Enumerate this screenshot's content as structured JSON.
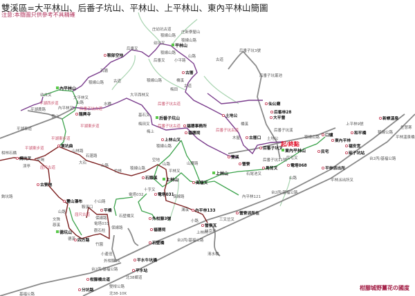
{
  "title": "雙溪區=大平林山、后番子坑山、平林山、上平林山、東內平林山簡圖",
  "note": "注意:本簡圖只供參考不具精確",
  "credit": "柑腳城野薑花の國度",
  "colors": {
    "road": "#8a8a8a",
    "stream": "#a8d4b0",
    "trail_purple": "#7a3c8c",
    "trail_green": "#3aa24a",
    "trail_red": "#7a1c1c",
    "marker_peak": "#5ac84a",
    "marker_poi": "#c0304a"
  },
  "labels": [
    {
      "t": "庄幼坑古道",
      "k": "place"
    },
    {
      "t": "庄新寮屋山",
      "k": "place"
    },
    {
      "t": "稜線山路",
      "k": "place"
    },
    {
      "t": "稜線山路",
      "k": "place"
    },
    {
      "t": "幼坑叉",
      "k": "place"
    },
    {
      "t": "平林山",
      "k": "peak"
    },
    {
      "t": "后番叉",
      "k": "place"
    },
    {
      "t": "稜線山路",
      "k": "place"
    },
    {
      "t": "小平路",
      "k": "place"
    },
    {
      "t": "山路",
      "k": "place"
    },
    {
      "t": "鞍部空地",
      "k": "poi"
    },
    {
      "t": "后番叉",
      "k": "place"
    },
    {
      "t": "石牆",
      "k": "place"
    },
    {
      "t": "古道",
      "k": "place"
    },
    {
      "t": "稜線山路",
      "k": "place"
    },
    {
      "t": "稜線山路",
      "k": "place"
    },
    {
      "t": "古厝",
      "k": "poi"
    },
    {
      "t": "橋溪",
      "k": "place"
    },
    {
      "t": "古道",
      "k": "place"
    },
    {
      "t": "梅田",
      "k": "place"
    },
    {
      "t": "內平林山",
      "k": "peak"
    },
    {
      "t": "幼古叉",
      "k": "place"
    },
    {
      "t": "大平西林叉",
      "k": "place"
    },
    {
      "t": "后番子坑3號",
      "k": "place"
    },
    {
      "t": "古道",
      "k": "place"
    },
    {
      "t": "后番子坑叢池",
      "k": "place"
    },
    {
      "t": "大平林叉",
      "k": "place"
    },
    {
      "t": "山路",
      "k": "place"
    },
    {
      "t": "內平林叉",
      "k": "place"
    },
    {
      "t": "后番子坑古道",
      "k": "trail"
    },
    {
      "t": "水橋",
      "k": "place"
    },
    {
      "t": "平湖西步道",
      "k": "trail"
    },
    {
      "t": "平湖農路",
      "k": "place"
    },
    {
      "t": "雪山",
      "k": "place"
    },
    {
      "t": "龍興寺",
      "k": "poi"
    },
    {
      "t": "平湖東步道",
      "k": "trail"
    },
    {
      "t": "平湖車道",
      "k": "place"
    },
    {
      "t": "平湖東步道",
      "k": "trail"
    },
    {
      "t": "平湖東步道",
      "k": "trail"
    },
    {
      "t": "東坑曲",
      "k": "poi"
    },
    {
      "t": "柑林石橋",
      "k": "place"
    },
    {
      "t": "燒坑叉",
      "k": "poi"
    },
    {
      "t": "文喝",
      "k": "place"
    },
    {
      "t": "渓亭",
      "k": "place"
    },
    {
      "t": "屈尺古道",
      "k": "trail"
    },
    {
      "t": "山林路",
      "k": "place"
    },
    {
      "t": "石蓮路",
      "k": "place"
    },
    {
      "t": "大石",
      "k": "place"
    },
    {
      "t": "山路",
      "k": "place"
    },
    {
      "t": "竹林",
      "k": "place"
    },
    {
      "t": "稜線山路",
      "k": "place"
    },
    {
      "t": "空地",
      "k": "place"
    },
    {
      "t": "山路",
      "k": "place"
    },
    {
      "t": "古寮地",
      "k": "poi"
    },
    {
      "t": "后番子坑古道",
      "k": "trail"
    },
    {
      "t": "后番子坑山",
      "k": "peak"
    },
    {
      "t": "基石叉",
      "k": "place"
    },
    {
      "t": "梅田叉",
      "k": "place"
    },
    {
      "t": "后番子坑古道",
      "k": "trail"
    },
    {
      "t": "福德事務所",
      "k": "poi"
    },
    {
      "t": "梅上",
      "k": "place"
    },
    {
      "t": "福德祠",
      "k": "poi"
    },
    {
      "t": "上林山叉",
      "k": "poi"
    },
    {
      "t": "稜線山路",
      "k": "place"
    },
    {
      "t": "山腰路",
      "k": "place"
    },
    {
      "t": "平林叉",
      "k": "place"
    },
    {
      "t": "石頭溪",
      "k": "poi"
    },
    {
      "t": "上林山",
      "k": "peak"
    },
    {
      "t": "電塔031",
      "k": "poi"
    },
    {
      "t": "高福叉",
      "k": "poi"
    },
    {
      "t": "十字叉",
      "k": "place"
    },
    {
      "t": "土地公",
      "k": "poi"
    },
    {
      "t": "仙公廟",
      "k": "poi"
    },
    {
      "t": "后番林28",
      "k": "poi"
    },
    {
      "t": "大平營",
      "k": "poi"
    },
    {
      "t": "后番子坑溪",
      "k": "place"
    },
    {
      "t": "后番子坑古道",
      "k": "trail"
    },
    {
      "t": "橋溪",
      "k": "place"
    },
    {
      "t": "木屋",
      "k": "place"
    },
    {
      "t": "古厝口",
      "k": "poi"
    },
    {
      "t": "后番子坑叉",
      "k": "poi"
    },
    {
      "t": "土地公",
      "k": "place"
    },
    {
      "t": "起/終點",
      "k": "end"
    },
    {
      "t": "東內平林山",
      "k": "peak"
    },
    {
      "t": "民宅叉",
      "k": "place"
    },
    {
      "t": "雙溪",
      "k": "poi"
    },
    {
      "t": "營寮",
      "k": "poi"
    },
    {
      "t": "后番子坑11號",
      "k": "place"
    },
    {
      "t": "稜線山路",
      "k": "place"
    },
    {
      "t": "馬背叉",
      "k": "poi"
    },
    {
      "t": "電塔068",
      "k": "poi"
    },
    {
      "t": "上林山",
      "k": "peak"
    },
    {
      "t": "石尾池叉",
      "k": "place"
    },
    {
      "t": "平林派出所",
      "k": "poi"
    },
    {
      "t": "平林派出所叉",
      "k": "place"
    },
    {
      "t": "口爐",
      "k": "poi"
    },
    {
      "t": "東內平林",
      "k": "poi"
    },
    {
      "t": "福安宮",
      "k": "poi"
    },
    {
      "t": "碇子坑站",
      "k": "poi"
    },
    {
      "t": "民宅",
      "k": "poi"
    },
    {
      "t": "和平橋",
      "k": "poi"
    },
    {
      "t": "上平林9號",
      "k": "place"
    },
    {
      "t": "稜線公路",
      "k": "place"
    },
    {
      "t": "新帳溫泉",
      "k": "poi"
    },
    {
      "t": "平林溫泉橋",
      "k": "place"
    },
    {
      "t": "任慧寒",
      "k": "place"
    },
    {
      "t": "台2丙/基福公路",
      "k": "place"
    },
    {
      "t": "山路",
      "k": "place"
    },
    {
      "t": "台2丙/基福公路",
      "k": "place"
    },
    {
      "t": "鉤坑路",
      "k": "place"
    },
    {
      "t": "豐山瀑布",
      "k": "poi"
    },
    {
      "t": "鞍溪口",
      "k": "place"
    },
    {
      "t": "屈尺古道",
      "k": "trail"
    },
    {
      "t": "小山路",
      "k": "place"
    },
    {
      "t": "山路",
      "k": "place"
    },
    {
      "t": "文殊",
      "k": "place"
    },
    {
      "t": "慈溪",
      "k": "place"
    },
    {
      "t": "德坑山",
      "k": "peak"
    },
    {
      "t": "德溪",
      "k": "place"
    },
    {
      "t": "四方路",
      "k": "poi"
    },
    {
      "t": "保線路",
      "k": "place"
    },
    {
      "t": "電塔033",
      "k": "place"
    },
    {
      "t": "觀石柱",
      "k": "place"
    },
    {
      "t": "平橋",
      "k": "poi"
    },
    {
      "t": "保線路",
      "k": "place"
    },
    {
      "t": "竹園",
      "k": "place"
    },
    {
      "t": "石壁橋叉",
      "k": "place"
    },
    {
      "t": "電塔032",
      "k": "place"
    },
    {
      "t": "外柑腳3號",
      "k": "poi"
    },
    {
      "t": "福德祠",
      "k": "poi"
    },
    {
      "t": "石壁橋",
      "k": "poi"
    },
    {
      "t": "台2丙/基福公路",
      "k": "place"
    },
    {
      "t": "小產徑",
      "k": "place"
    },
    {
      "t": "外柑腳26",
      "k": "place"
    },
    {
      "t": "平水牛坑橋",
      "k": "poi"
    },
    {
      "t": "平水站",
      "k": "poi"
    },
    {
      "t": "台2丙/基福公路",
      "k": "place"
    },
    {
      "t": "北38鄉道",
      "k": "place"
    },
    {
      "t": "柑腳橋古道",
      "k": "poi"
    },
    {
      "t": "雙柑公路",
      "k": "place"
    },
    {
      "t": "分坑路",
      "k": "poi"
    },
    {
      "t": "北38-10K",
      "k": "place"
    },
    {
      "t": "基福公路",
      "k": "place"
    },
    {
      "t": "保線路",
      "k": "place"
    },
    {
      "t": "溝溪",
      "k": "place"
    },
    {
      "t": "內平林133",
      "k": "poi"
    },
    {
      "t": "小路",
      "k": "place"
    },
    {
      "t": "上林村",
      "k": "place"
    },
    {
      "t": "內平林121",
      "k": "place"
    },
    {
      "t": "營寮派所在",
      "k": "poi"
    },
    {
      "t": "三叉岔叉",
      "k": "place"
    },
    {
      "t": "營寮瓦",
      "k": "poi"
    },
    {
      "t": "納京亭",
      "k": "place"
    },
    {
      "t": "清水橋",
      "k": "place"
    }
  ]
}
